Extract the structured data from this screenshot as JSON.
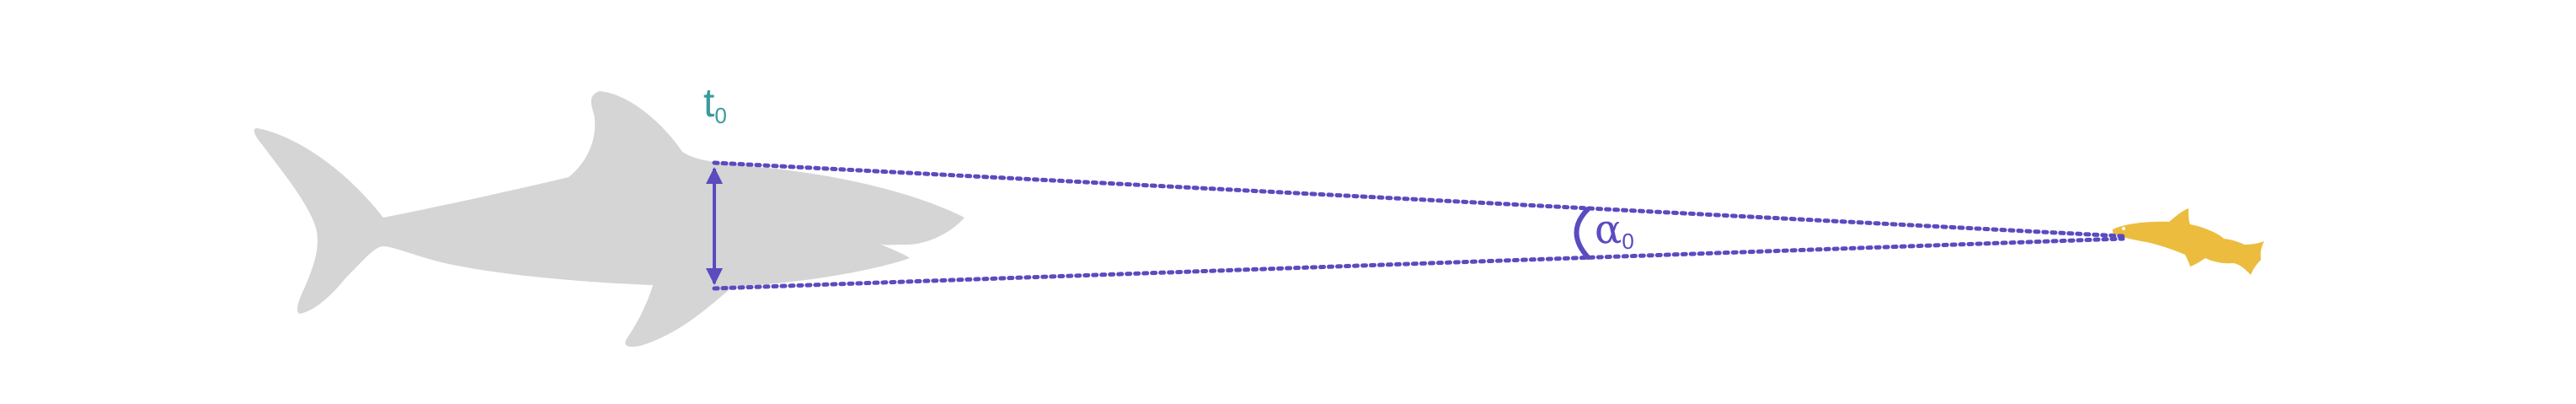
{
  "colors": {
    "background": "#ffffff",
    "shark": "#d5d5d5",
    "fish": "#ecbc3f",
    "sight_lines": "#5a4bbf",
    "arrow": "#5a4bbf",
    "time_label": "#3a9a9a",
    "angle_label": "#5a4bbf"
  },
  "shark": {
    "icon": "shark-silhouette-icon"
  },
  "fish": {
    "icon": "fish-silhouette-icon"
  },
  "time_label": {
    "main": "t",
    "subscript": "0"
  },
  "angle_label": {
    "main": "α",
    "subscript": "0"
  }
}
